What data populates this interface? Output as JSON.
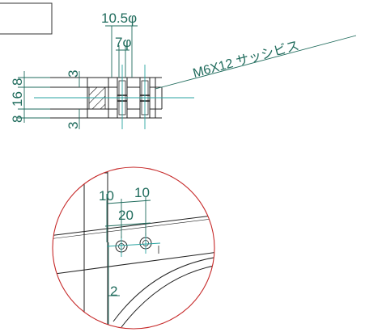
{
  "top_view": {
    "dim_outer_dia": "10.5φ",
    "dim_inner_dia": "7φ",
    "dim_3_top": "3",
    "dim_3_bottom": "3",
    "dim_8_top": "8",
    "dim_16": "16",
    "dim_8_bottom": "8",
    "screw_label": "M6X12 サッシビス"
  },
  "detail_view": {
    "dim_10_left": "10",
    "dim_10_right": "10",
    "dim_20": "20",
    "dim_2": "2"
  },
  "colors": {
    "dimension_text": "#1f6b5c",
    "center_line": "#2aa3a0",
    "detail_circle": "#c62828",
    "outline": "#222222"
  }
}
